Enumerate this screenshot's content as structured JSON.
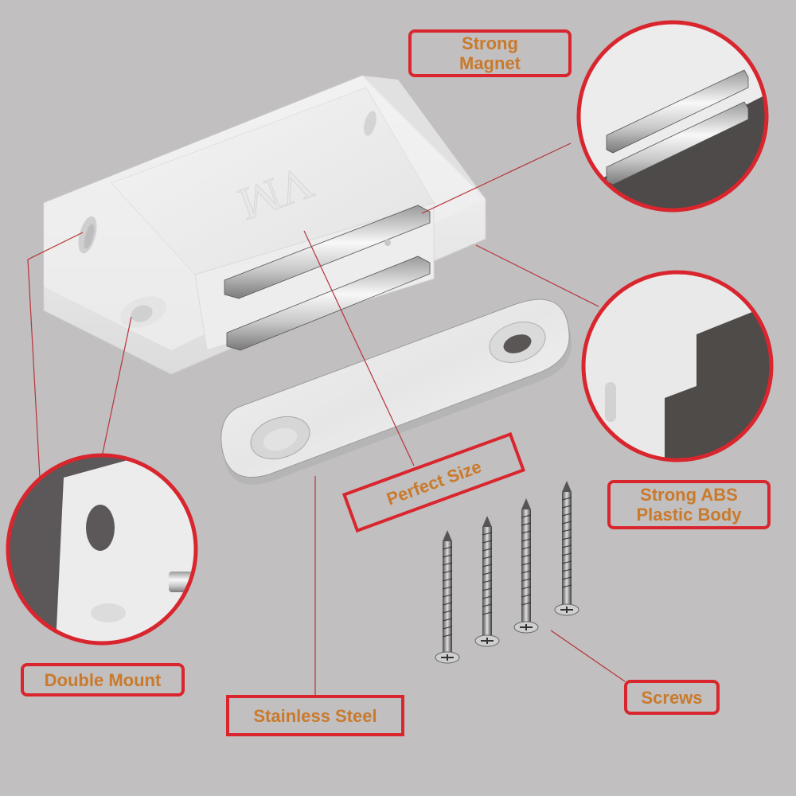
{
  "product": {
    "logo_text": "VM",
    "background_color": "#c2bfc0",
    "accent_color": "#d9262e",
    "label_text_color": "#c97a2c"
  },
  "labels": {
    "strong_magnet": "Strong\nMagnet",
    "perfect_size": "Perfect Size",
    "strong_abs": "Strong ABS\nPlastic Body",
    "double_mount": "Double Mount",
    "stainless_steel": "Stainless Steel",
    "screws": "Screws"
  },
  "callouts": [
    {
      "name": "magnet-detail",
      "label": "Strong Magnet"
    },
    {
      "name": "abs-body-detail",
      "label": "Strong ABS Plastic Body"
    },
    {
      "name": "double-mount-detail",
      "label": "Double Mount"
    }
  ],
  "screws": {
    "count": 4
  }
}
